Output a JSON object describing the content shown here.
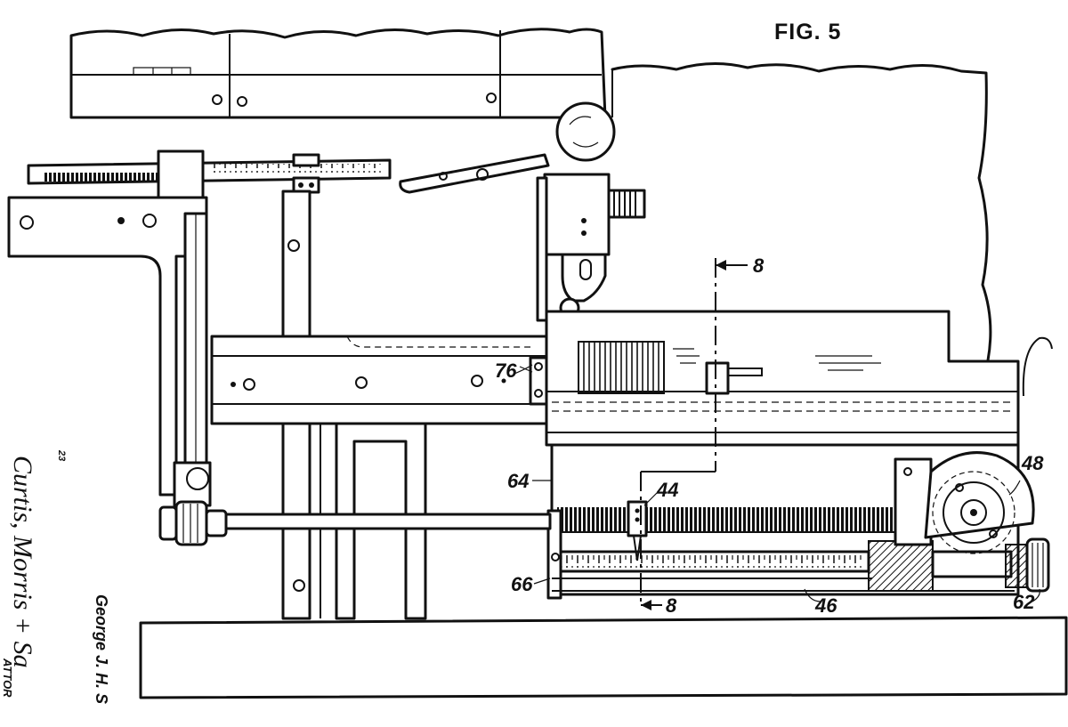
{
  "figure": {
    "title": "FIG. 5"
  },
  "reference_numerals": {
    "n76": "76",
    "n64": "64",
    "n44": "44",
    "n48": "48",
    "n66": "66",
    "n46": "46",
    "n62": "62",
    "section_top": "8",
    "section_bottom": "8"
  },
  "margin": {
    "inventor": "George J. H. S",
    "attorneys": "Curtis, Morris + Sa",
    "attorneys_label": "ATTOR",
    "mark": "23"
  }
}
